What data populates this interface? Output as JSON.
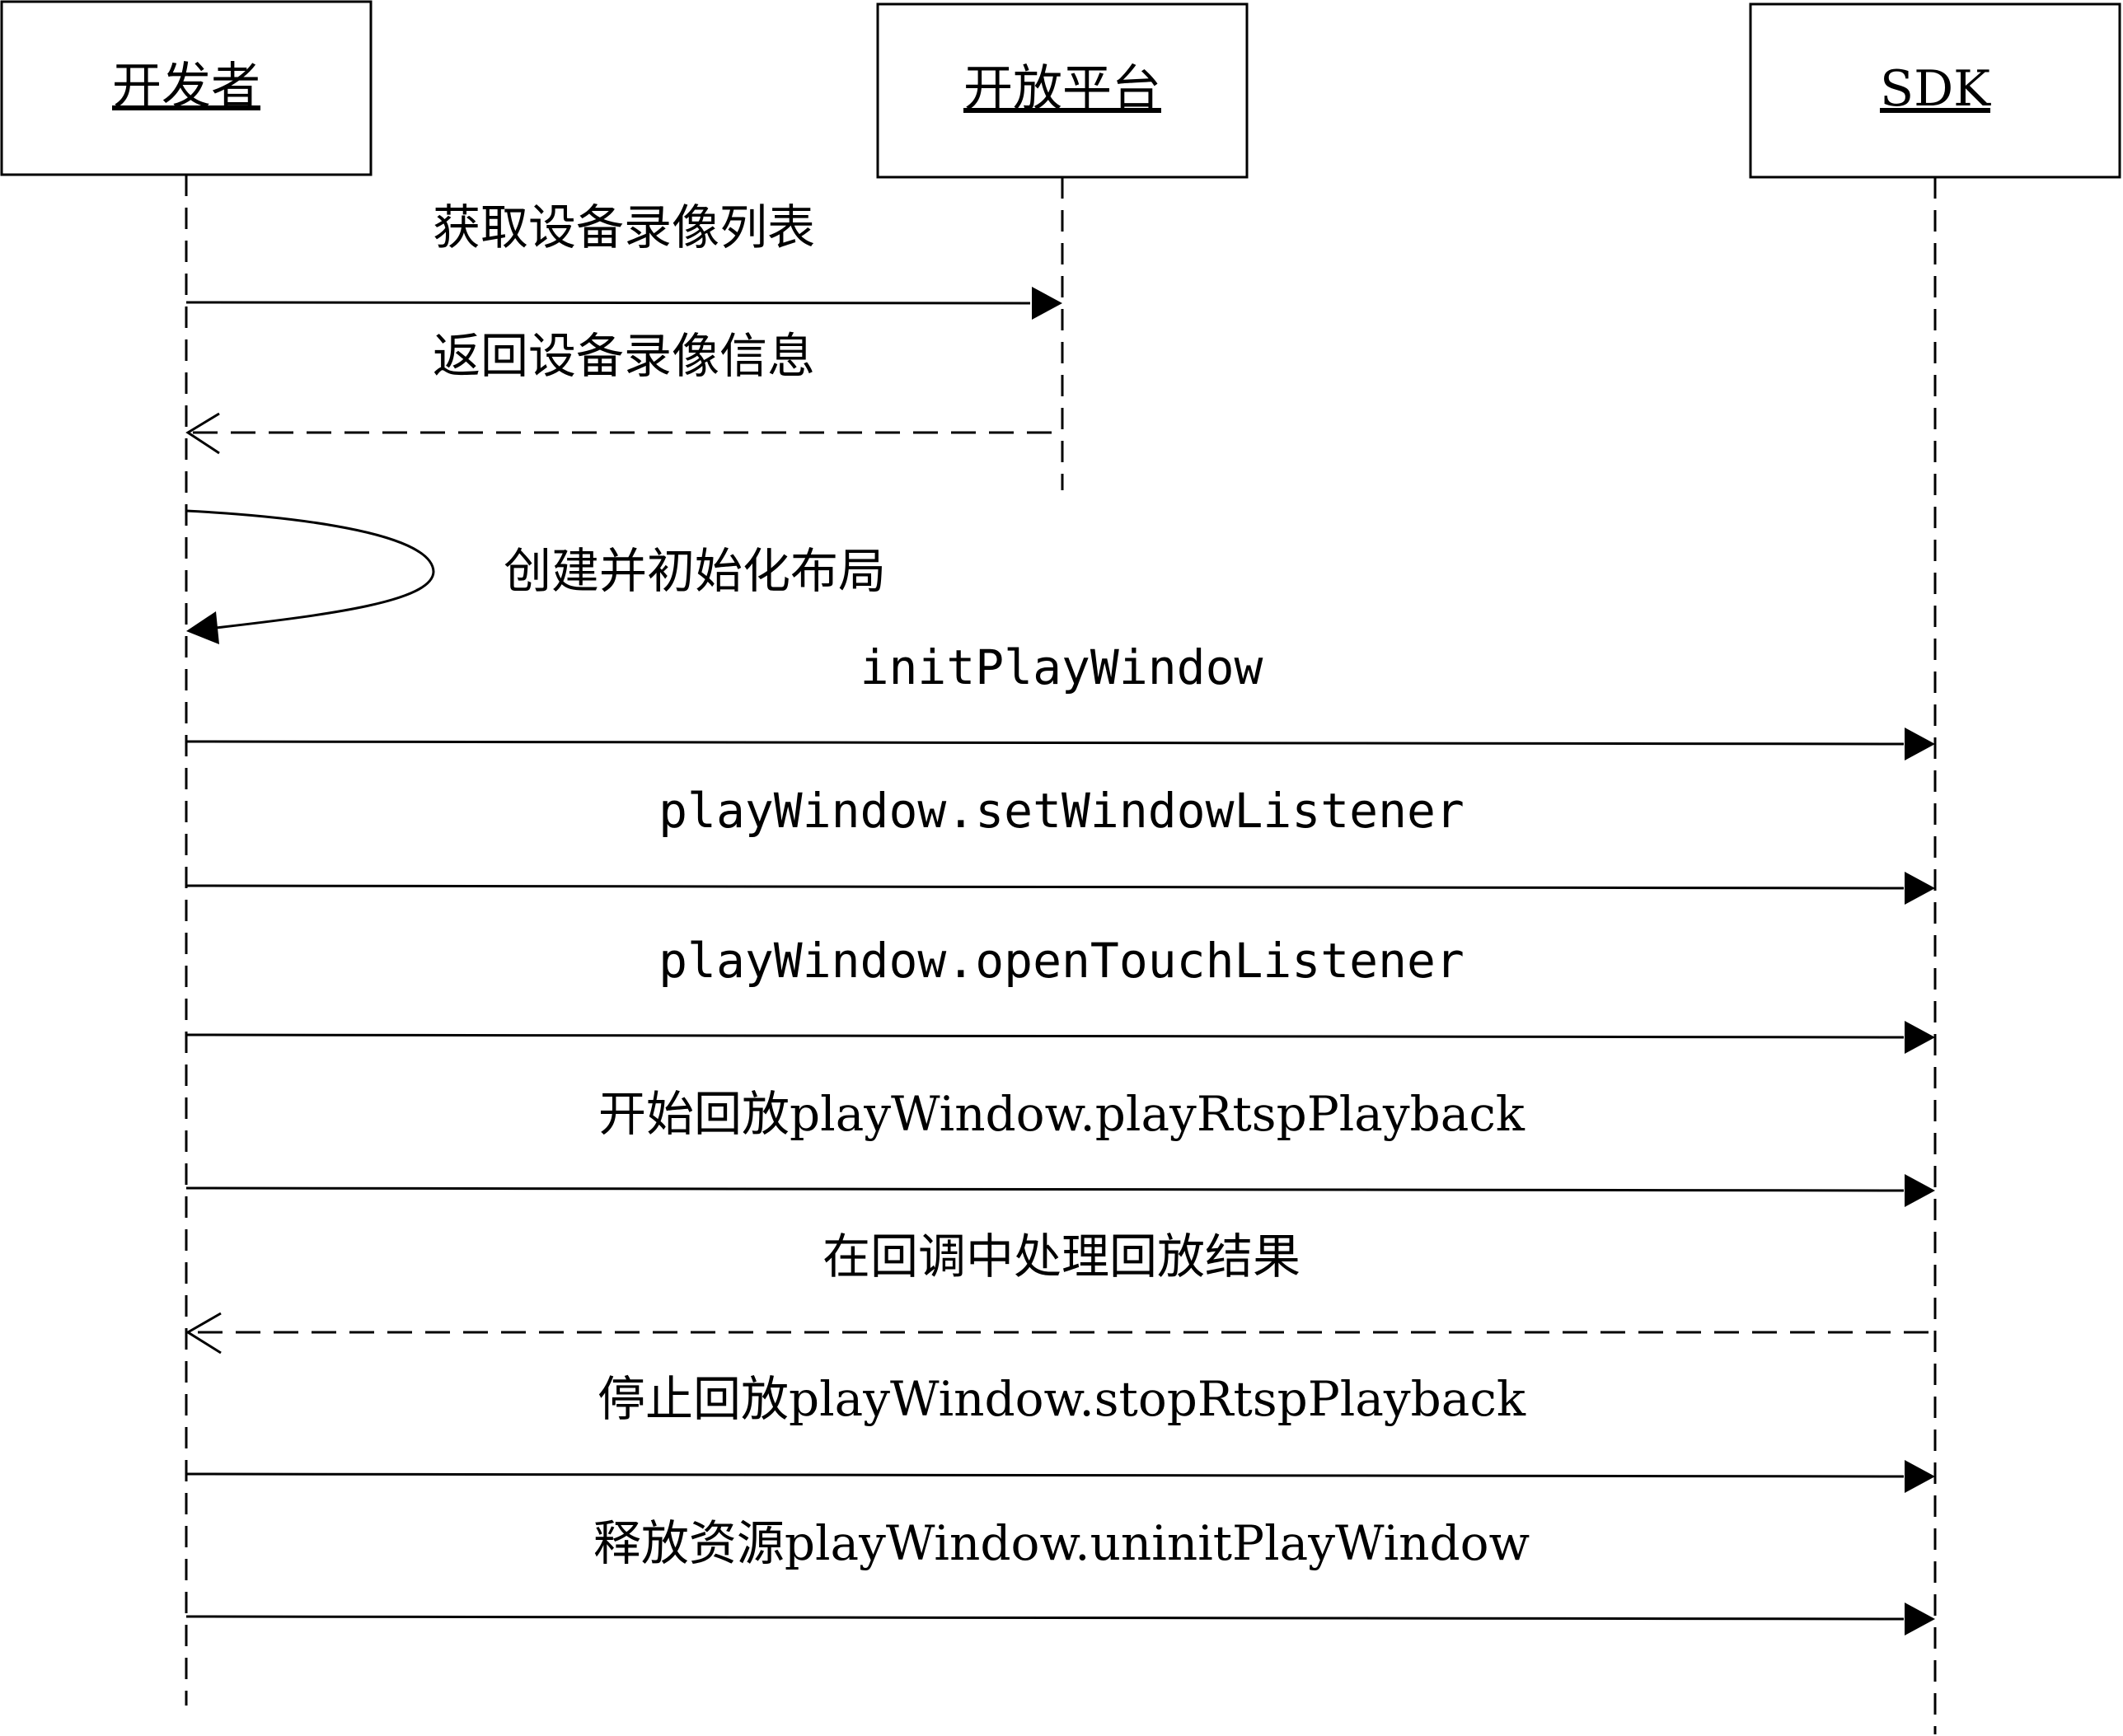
{
  "diagram": {
    "type": "sequence",
    "actors": [
      {
        "id": "developer",
        "label": "开发者"
      },
      {
        "id": "platform",
        "label": "开放平台"
      },
      {
        "id": "sdk",
        "label": "SDK"
      }
    ],
    "messages": [
      {
        "id": "m1",
        "from": "developer",
        "to": "platform",
        "kind": "sync",
        "label": "获取设备录像列表"
      },
      {
        "id": "m2",
        "from": "platform",
        "to": "developer",
        "kind": "return",
        "label": "返回设备录像信息"
      },
      {
        "id": "m3",
        "from": "developer",
        "to": "developer",
        "kind": "self",
        "label": "创建并初始化布局"
      },
      {
        "id": "m4",
        "from": "developer",
        "to": "sdk",
        "kind": "sync",
        "label": "initPlayWindow"
      },
      {
        "id": "m5",
        "from": "developer",
        "to": "sdk",
        "kind": "sync",
        "label": "playWindow.setWindowListener"
      },
      {
        "id": "m6",
        "from": "developer",
        "to": "sdk",
        "kind": "sync",
        "label": "playWindow.openTouchListener"
      },
      {
        "id": "m7",
        "from": "developer",
        "to": "sdk",
        "kind": "sync",
        "label": "开始回放playWindow.playRtspPlayback"
      },
      {
        "id": "m8",
        "from": "sdk",
        "to": "developer",
        "kind": "return",
        "label": "在回调中处理回放结果"
      },
      {
        "id": "m9",
        "from": "developer",
        "to": "sdk",
        "kind": "sync",
        "label": "停止回放playWindow.stopRtspPlayback"
      },
      {
        "id": "m10",
        "from": "developer",
        "to": "sdk",
        "kind": "sync",
        "label": "释放资源playWindow.uninitPlayWindow"
      }
    ]
  }
}
